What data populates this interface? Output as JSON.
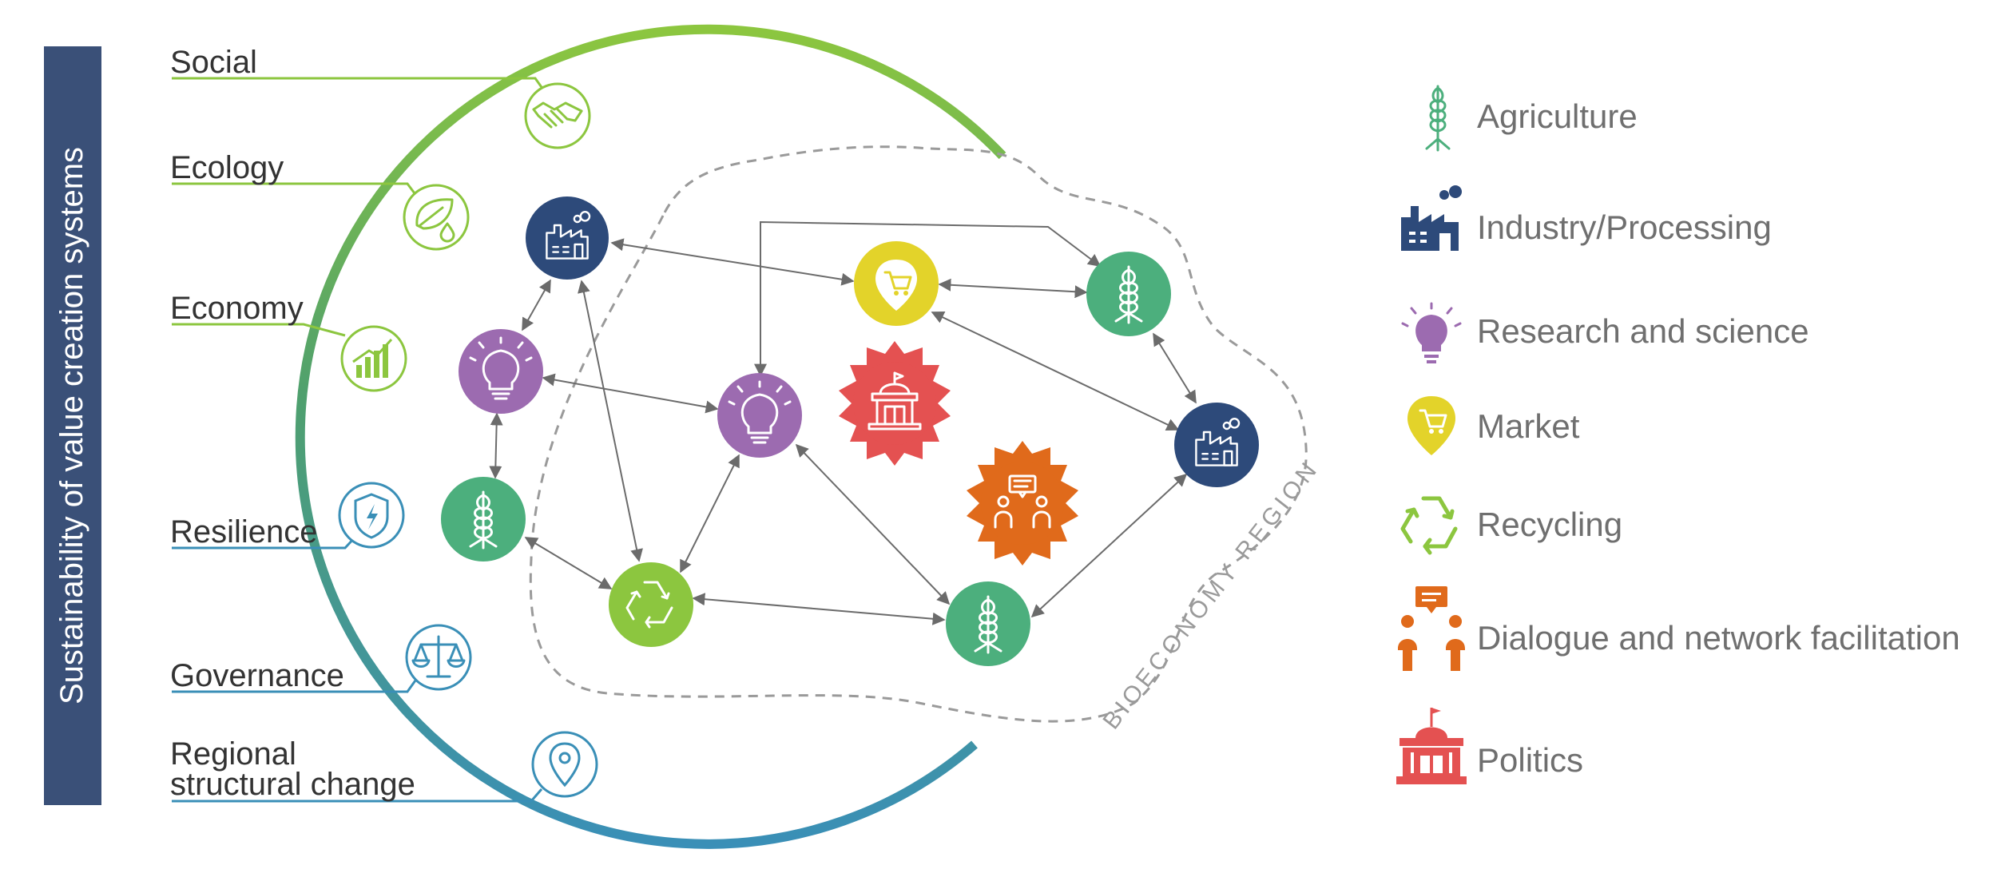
{
  "sidebar": {
    "title": "Sustainability of value creation systems"
  },
  "dimensions": [
    {
      "id": "social",
      "label": "Social",
      "icon": "handshake-icon"
    },
    {
      "id": "ecology",
      "label": "Ecology",
      "icon": "leaf-drop-icon"
    },
    {
      "id": "economy",
      "label": "Economy",
      "icon": "growth-chart-icon"
    },
    {
      "id": "resilience",
      "label": "Resilience",
      "icon": "shield-lightning-icon"
    },
    {
      "id": "governance",
      "label": "Governance",
      "icon": "scales-icon"
    },
    {
      "id": "regional",
      "label_line1": "Regional",
      "label_line2": "structural change",
      "icon": "location-pin-icon"
    }
  ],
  "region": {
    "label": "BIOECONOMY REGION"
  },
  "legend": [
    {
      "id": "agriculture",
      "label": "Agriculture",
      "icon": "wheat-icon",
      "color": "#4caf7d"
    },
    {
      "id": "industry",
      "label": "Industry/Processing",
      "icon": "factory-icon",
      "color": "#2d4a7a"
    },
    {
      "id": "research",
      "label": "Research and science",
      "icon": "lightbulb-icon",
      "color": "#9c6bb0"
    },
    {
      "id": "market",
      "label": "Market",
      "icon": "shopping-cart-pin-icon",
      "color": "#e3d32a"
    },
    {
      "id": "recycling",
      "label": "Recycling",
      "icon": "recycle-icon",
      "color": "#8cc63f"
    },
    {
      "id": "dialogue",
      "label": "Dialogue and network facilitation",
      "icon": "dialogue-people-icon",
      "color": "#e06a1b"
    },
    {
      "id": "politics",
      "label": "Politics",
      "icon": "government-building-icon",
      "color": "#e45151"
    }
  ],
  "colors": {
    "sidebar": "#3a5078",
    "arc_top": "#8cc63f",
    "arc_mid": "#4fa06e",
    "arc_bottom": "#3a8fb7",
    "social_ecology_economy_line": "#8cc63f",
    "resilience_governance_regional_line": "#3a8fb7",
    "network_line": "#6b6b6b",
    "region_outline": "#9a9a9a"
  }
}
